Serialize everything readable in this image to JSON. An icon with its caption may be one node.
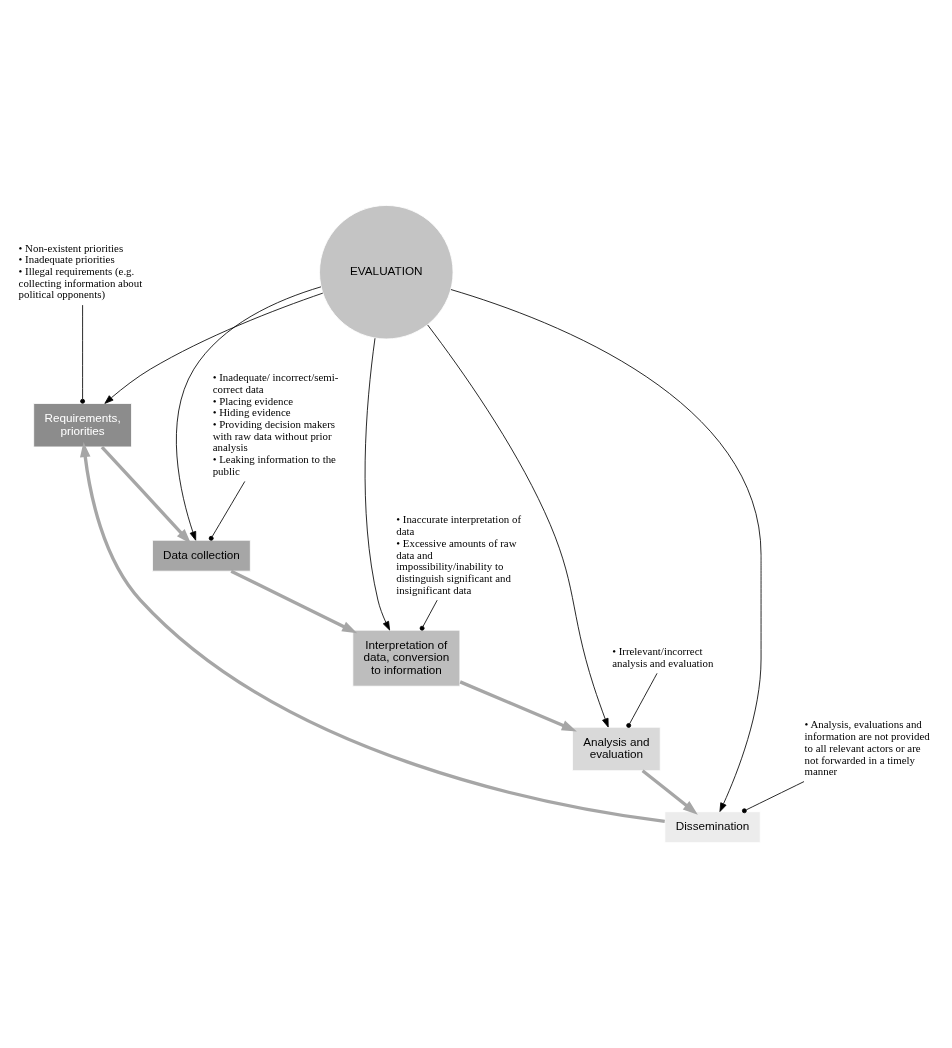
{
  "diagram": {
    "nodes": [
      {
        "text": [
          "EVALUATION"
        ]
      },
      {
        "text": [
          "Requirements, priorities"
        ]
      },
      {
        "text": [
          "Data collection"
        ]
      },
      {
        "text": [
          "Interpretation of data, conversion to information"
        ]
      },
      {
        "text": [
          "Analysis and evaluation"
        ]
      },
      {
        "text": [
          "Dissemination"
        ]
      },
      {
        "text": [
          "• Analysis, evaluations and information are not provided to all relevant actors or are not forwarded in a timely manner"
        ]
      },
      {
        "text": [
          "• Non-existent priorities",
          "• Inadequate priorities",
          "• Illegal requirements (e.g. collecting information about political opponents)"
        ]
      },
      {
        "text": [
          "• Inadequate/ incorrect/semi-correct data",
          "• Placing evidence",
          "• Hiding evidence",
          "• Providing decision makers with raw data without prior analysis",
          "• Leaking information to the public"
        ]
      },
      {
        "text": [
          "• Irrelevant/incorrect analysis and evaluation"
        ]
      },
      {
        "text": [
          "• Inaccurate interpretation of data",
          "• Excessive amounts of raw data and impossibility/inability to distinguish significant and insignificant data"
        ]
      }
    ],
    "edges": [
      {
        "from": 0,
        "to": 1,
        "arrow": "to"
      },
      {
        "from": 0,
        "to": 2,
        "arrow": "to"
      },
      {
        "from": 0,
        "to": 3,
        "arrow": "to"
      },
      {
        "from": 0,
        "to": 4,
        "arrow": "to"
      },
      {
        "from": 0,
        "to": 5,
        "arrow": "to"
      },
      {
        "from": 1,
        "to": 2,
        "arrow": "to",
        "style": "thick",
        "color": "#a6a6a6"
      },
      {
        "from": 2,
        "to": 3,
        "arrow": "to",
        "style": "thick",
        "color": "#a6a6a6"
      },
      {
        "from": 3,
        "to": 4,
        "arrow": "to",
        "style": "thick",
        "color": "#a6a6a6"
      },
      {
        "from": 4,
        "to": 5,
        "arrow": "to",
        "style": "thick",
        "color": "#a6a6a6"
      },
      {
        "from": 5,
        "to": 1,
        "arrow": "to",
        "style": "thick",
        "color": "#a6a6a6"
      },
      {
        "from": 6,
        "to": 5,
        "arrow": "other"
      },
      {
        "from": 7,
        "to": 1,
        "arrow": "other"
      },
      {
        "from": 8,
        "to": 2,
        "arrow": "other"
      },
      {
        "from": 9,
        "to": 4,
        "arrow": "other"
      },
      {
        "from": 10,
        "to": 3,
        "arrow": "other"
      }
    ]
  }
}
